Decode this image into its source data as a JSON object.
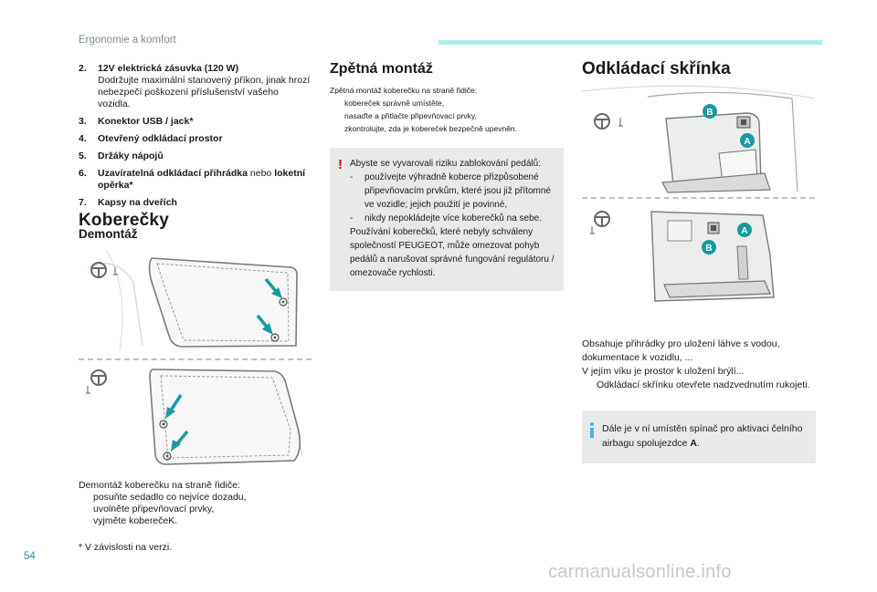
{
  "header": {
    "section_title": "Ergonomie a komfort"
  },
  "col1": {
    "items": [
      {
        "num": "2.",
        "bold": "12V elektrická zásuvka (120 W)",
        "text": "Dodržujte maximální stanovený příkon, jinak hrozí nebezpečí poškození příslušenství vašeho vozidla."
      },
      {
        "num": "3.",
        "bold": "Konektor USB / jack*"
      },
      {
        "num": "4.",
        "bold": "Otevřený odkládací prostor"
      },
      {
        "num": "5.",
        "bold": "Držáky nápojů"
      },
      {
        "num": "6.",
        "bold": "Uzavíratelná odkládací přihrádka",
        "mid": " nebo ",
        "bold2": "loketní opěrka*"
      },
      {
        "num": "7.",
        "bold": "Kapsy na dveřích"
      }
    ],
    "heading": "Koberečky",
    "subheading": "Demontáž",
    "caption": "Demontáž koberečku na straně řidiče:",
    "steps": [
      "posuňte sedadlo co nejvíce dozadu,",
      "uvolněte připevňovací prvky,",
      "vyjměte koberečeK."
    ],
    "footnote": "*   V závislosti na verzi."
  },
  "col2": {
    "heading": "Zpětná montáž",
    "intro": "Zpětná montáž koberečku na straně řidiče:",
    "steps": [
      "kobereček správně umístěte,",
      "nasaďte a přitlačte připevňovací prvky,",
      "zkontrolujte, zda je kobereček bezpečně upevněn."
    ],
    "warning": {
      "mark": "!",
      "intro": "Abyste se vyvarovali riziku zablokování pedálů:",
      "items": [
        "používejte výhradně koberce přizpůsobené připevňovacím prvkům, které jsou již přítomné ve vozidle; jejich použití je povinné,",
        "nikdy nepokládejte více koberečků na sebe."
      ],
      "outro": "Používání koberečků, které nebyly schváleny společností PEUGEOT, může omezovat pohyb pedálů a narušovat správné fungování regulátoru / omezovače rychlosti."
    }
  },
  "col3": {
    "heading": "Odkládací skřínka",
    "label_a": "A",
    "label_b": "B",
    "para1": "Obsahuje přihrádky pro uložení láhve s vodou, dokumentace k vozidlu, ...",
    "para2": "V jejím víku je prostor k uložení brýlí...",
    "step": "Odkládací skřínku otevřete nadzvednutím rukojeti.",
    "info": {
      "pre": "Dále je v ní umístěn spínač pro aktivaci čelního airbagu spolujezdce ",
      "bold": "A",
      "post": "."
    }
  },
  "footer": {
    "page_number": "54",
    "watermark": "carmanualsonline.info"
  },
  "glyphs": {
    "arrow": "",
    "dash": "-"
  },
  "colors": {
    "accent_teal": "#1a9aa0",
    "header_bar": "#a9ecec",
    "warning_red": "#e3001b",
    "info_blue": "#45b4e6",
    "box_grey": "#e8eaea"
  }
}
